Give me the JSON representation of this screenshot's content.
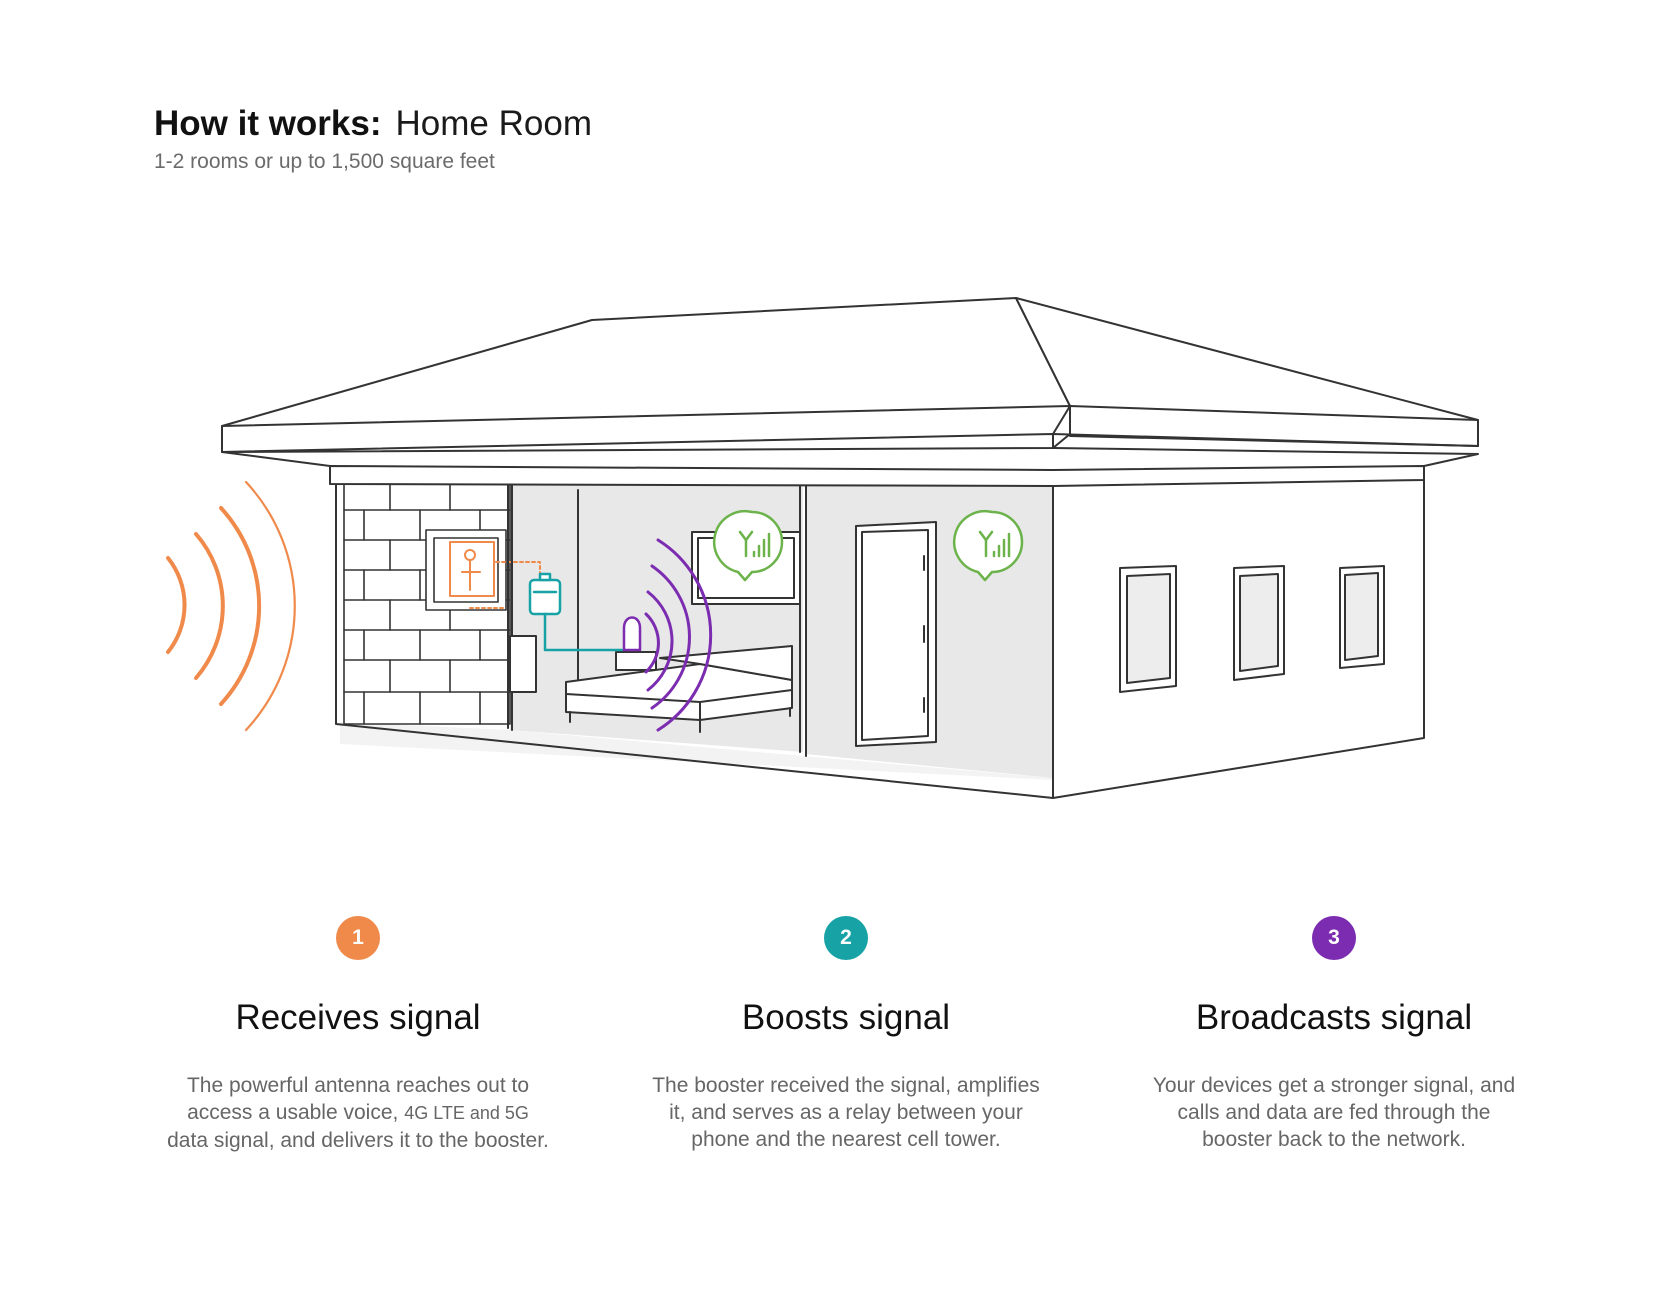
{
  "header": {
    "title_bold": "How it works:",
    "title_light": "Home Room",
    "subtitle": "1-2 rooms or up to 1,500 square feet"
  },
  "colors": {
    "outdoor_signal": "#F08A4B",
    "booster": "#17A2A6",
    "indoor_signal": "#7B2CB0",
    "signal_bubble": "#6BB34A",
    "outline": "#333333",
    "interior_wall": "#E8E8E8"
  },
  "steps": [
    {
      "number": "1",
      "title": "Receives signal",
      "color": "#F08A4B",
      "line1": "The powerful antenna reaches out to",
      "line2_start": "access a usable voice,",
      "line2_tech": "4G LTE and 5G",
      "line3": "data signal, and delivers it to the booster."
    },
    {
      "number": "2",
      "title": "Boosts signal",
      "color": "#17A2A6",
      "line1": "The booster received the signal, amplifies",
      "line2": "it, and serves as a relay between your",
      "line3": "phone and the nearest cell tower."
    },
    {
      "number": "3",
      "title": "Broadcasts signal",
      "color": "#7B2CB0",
      "line1": "Your devices get a stronger signal, and",
      "line2": "calls and data are fed through the",
      "line3": "booster back to the network."
    }
  ],
  "icons": {
    "outdoor_waves": "outdoor-signal-waves-icon",
    "antenna": "outdoor-antenna-icon",
    "booster": "booster-unit-icon",
    "indoor_antenna": "indoor-antenna-icon",
    "indoor_waves": "indoor-signal-waves-icon",
    "bubble": "signal-bars-bubble-icon"
  }
}
